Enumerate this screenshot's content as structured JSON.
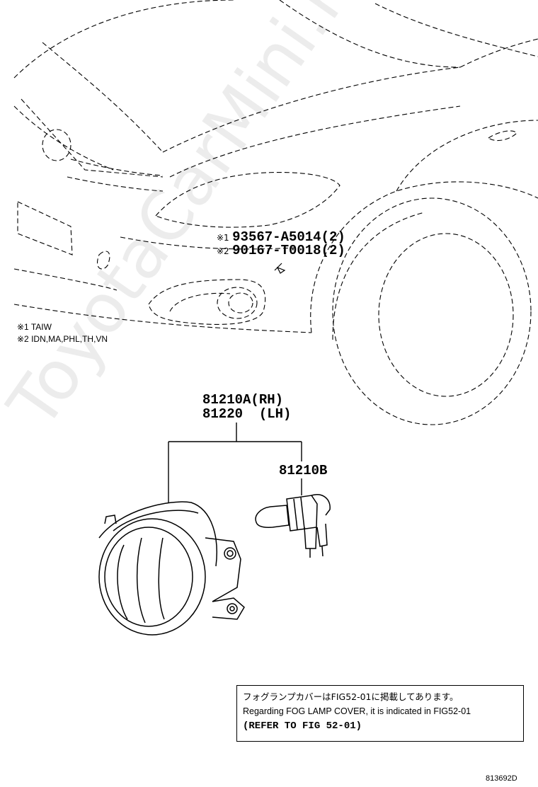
{
  "callouts": {
    "bolt_1": {
      "mark": "※1",
      "part_no": "93567-A5014",
      "qty": "(2)"
    },
    "bolt_2": {
      "mark": "※2",
      "part_no": "90167-T0018",
      "qty": "(2)"
    },
    "lamp_rh": "81210A(RH)",
    "lamp_lh": "81220  (LH)",
    "bulb": "81210B"
  },
  "footnotes": [
    {
      "mark": "※1",
      "text": "TAIW"
    },
    {
      "mark": "※2",
      "text": "IDN,MA,PHL,TH,VN"
    }
  ],
  "note": {
    "japanese": "フォグランプカバーはFIG52-01に掲載してあります。",
    "english": "Regarding FOG LAMP COVER, it is indicated in FIG52-01",
    "reference": "(REFER TO FIG 52-01)"
  },
  "illustration_id": "813692D",
  "watermark": "ToyotaCarMini.ru"
}
